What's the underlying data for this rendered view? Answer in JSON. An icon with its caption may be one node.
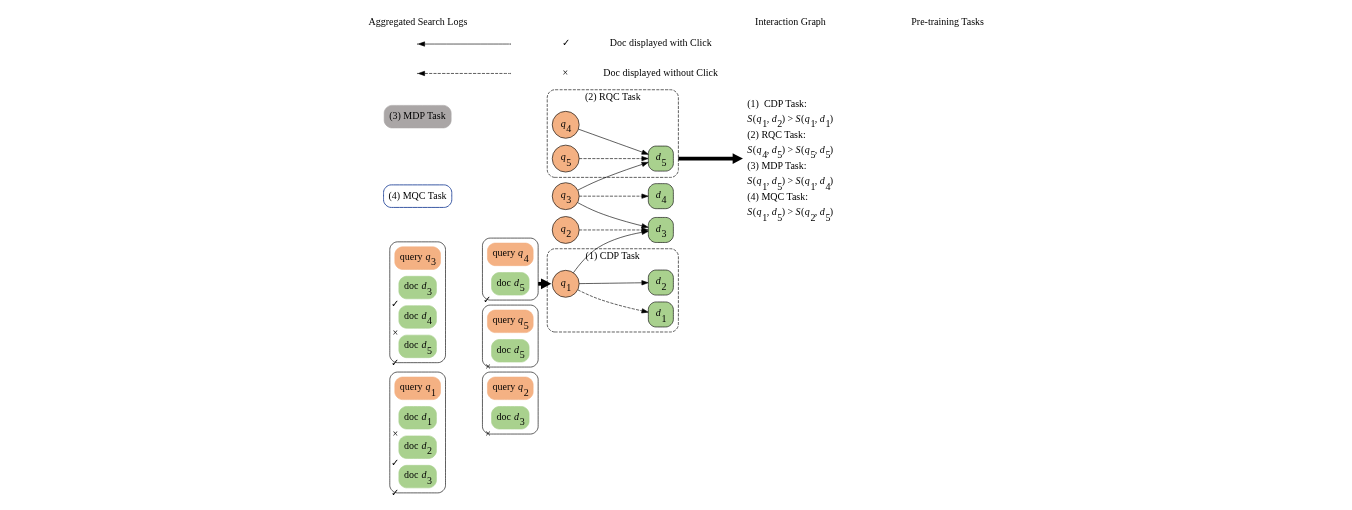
{
  "diagram": {
    "nodes": [
      {
        "text": [],
        "shape": "box"
      },
      {
        "text": [
          "query *q*$_{1}$"
        ],
        "in": 0
      },
      {
        "text": [
          "doc *d*$_{1}$"
        ],
        "in": 0,
        "beside": [
          "×"
        ]
      },
      {
        "text": [
          "doc *d*$_{2}$"
        ],
        "in": 0,
        "beside": [
          "✓"
        ]
      },
      {
        "text": [
          "doc *d*$_{3}$"
        ],
        "in": 0,
        "beside": [
          "✓"
        ]
      },
      {
        "text": [],
        "shape": "box"
      },
      {
        "text": [
          "query *q*$_{2}$"
        ],
        "in": 5
      },
      {
        "text": [
          "doc *d*$_{3}$"
        ],
        "in": 5,
        "beside": [
          "×"
        ]
      },
      {
        "text": [],
        "shape": "box"
      },
      {
        "text": [
          "query *q*$_{4}$"
        ],
        "in": 8
      },
      {
        "text": [
          "doc *d*$_{5}$"
        ],
        "in": 8,
        "beside": [
          "✓"
        ]
      },
      {
        "text": [],
        "shape": "box"
      },
      {
        "text": [
          "query *q*$_{3}$"
        ],
        "in": 11
      },
      {
        "text": [
          "doc *d*$_{3}$"
        ],
        "in": 11,
        "beside": [
          "✓"
        ]
      },
      {
        "text": [
          "doc *d*$_{4}$"
        ],
        "in": 11,
        "beside": [
          "×"
        ]
      },
      {
        "text": [
          "doc *d*$_{5}$"
        ],
        "in": 11,
        "beside": [
          "✓"
        ]
      },
      {
        "text": [],
        "shape": "box"
      },
      {
        "text": [
          "query *q*$_{5}$"
        ],
        "in": 16
      },
      {
        "text": [
          "doc *d*$_{5}$"
        ],
        "in": 16,
        "beside": [
          "×"
        ]
      },
      {
        "text": [
          "(1) CDP Task"
        ]
      },
      {
        "text": [
          "*d*$_{1}$"
        ],
        "in": 19
      },
      {
        "text": [
          "*q*$_{1}$"
        ],
        "in": 19
      },
      {
        "text": [
          "*d*$_{2}$"
        ],
        "in": 19
      },
      {
        "text": [
          "(2) RQC Task"
        ]
      },
      {
        "text": [
          "*q*$_{4}$"
        ],
        "in": 23
      },
      {
        "text": [
          "*d*$_{5}$"
        ],
        "in": 23
      },
      {
        "text": [
          "*q*$_{5}$"
        ],
        "in": 23
      },
      {
        "text": [
          "*d*$_{3}$"
        ]
      },
      {
        "text": [
          "*q*$_{3}$"
        ]
      },
      {
        "text": [
          "*q*$_{2}$"
        ]
      },
      {
        "text": [
          "*d*$_{4}$"
        ]
      },
      {
        "text": [
          "(4) MQC Task"
        ]
      },
      {
        "text": [
          "(3) MDP Task"
        ]
      },
      {
        "text": [
          "(1)  CDP Task:",
          "*S*(*q*$_{1}$, *d*$_{2}$) > *S*(*q*$_{1}$, *d*$_{1}$)",
          "(2) RQC Task:",
          "*S*(*q*$_{4}$, *d*$_{5}$) > *S*(*q*$_{5}$, *d*$_{5}$)",
          "(3) MDP Task:",
          "*S*(*q*$_{1}$, *d*$_{5}$) > *S*(*q*$_{1}$, *d*$_{4}$)",
          "(4) MQC Task:",
          "*S*(*q*$_{1}$, *d*$_{5}$) > *S*(*q*$_{2}$, *d*$_{5}$)"
        ]
      }
    ],
    "edges": [
      {
        "from": 8,
        "to": 19,
        "arrow": "to",
        "style": "thick"
      },
      {
        "from": 21,
        "to": 20,
        "arrow": "to",
        "style": "dashed"
      },
      {
        "from": 21,
        "to": 22,
        "arrow": "to"
      },
      {
        "from": 21,
        "to": 27,
        "arrow": "to"
      },
      {
        "from": 28,
        "to": 27,
        "arrow": "to"
      },
      {
        "from": 28,
        "to": 25,
        "arrow": "to"
      },
      {
        "from": 28,
        "to": 30,
        "arrow": "to",
        "style": "dashed"
      },
      {
        "from": 29,
        "to": 27,
        "arrow": "to",
        "style": "dashed"
      },
      {
        "from": 24,
        "to": 25,
        "arrow": "to"
      },
      {
        "from": 26,
        "to": 25,
        "arrow": "to",
        "style": "dashed"
      },
      {
        "from": 23,
        "to": 33,
        "arrow": "to",
        "style": "thick"
      }
    ],
    "labels": [
      "✓",
      "×",
      "Aggregated Search Logs",
      "Interaction Graph",
      "Pre-training Tasks"
    ],
    "legend": [
      {
        "text": "Doc displayed with Click"
      },
      {
        "text": "Doc displayed without Click"
      }
    ]
  }
}
